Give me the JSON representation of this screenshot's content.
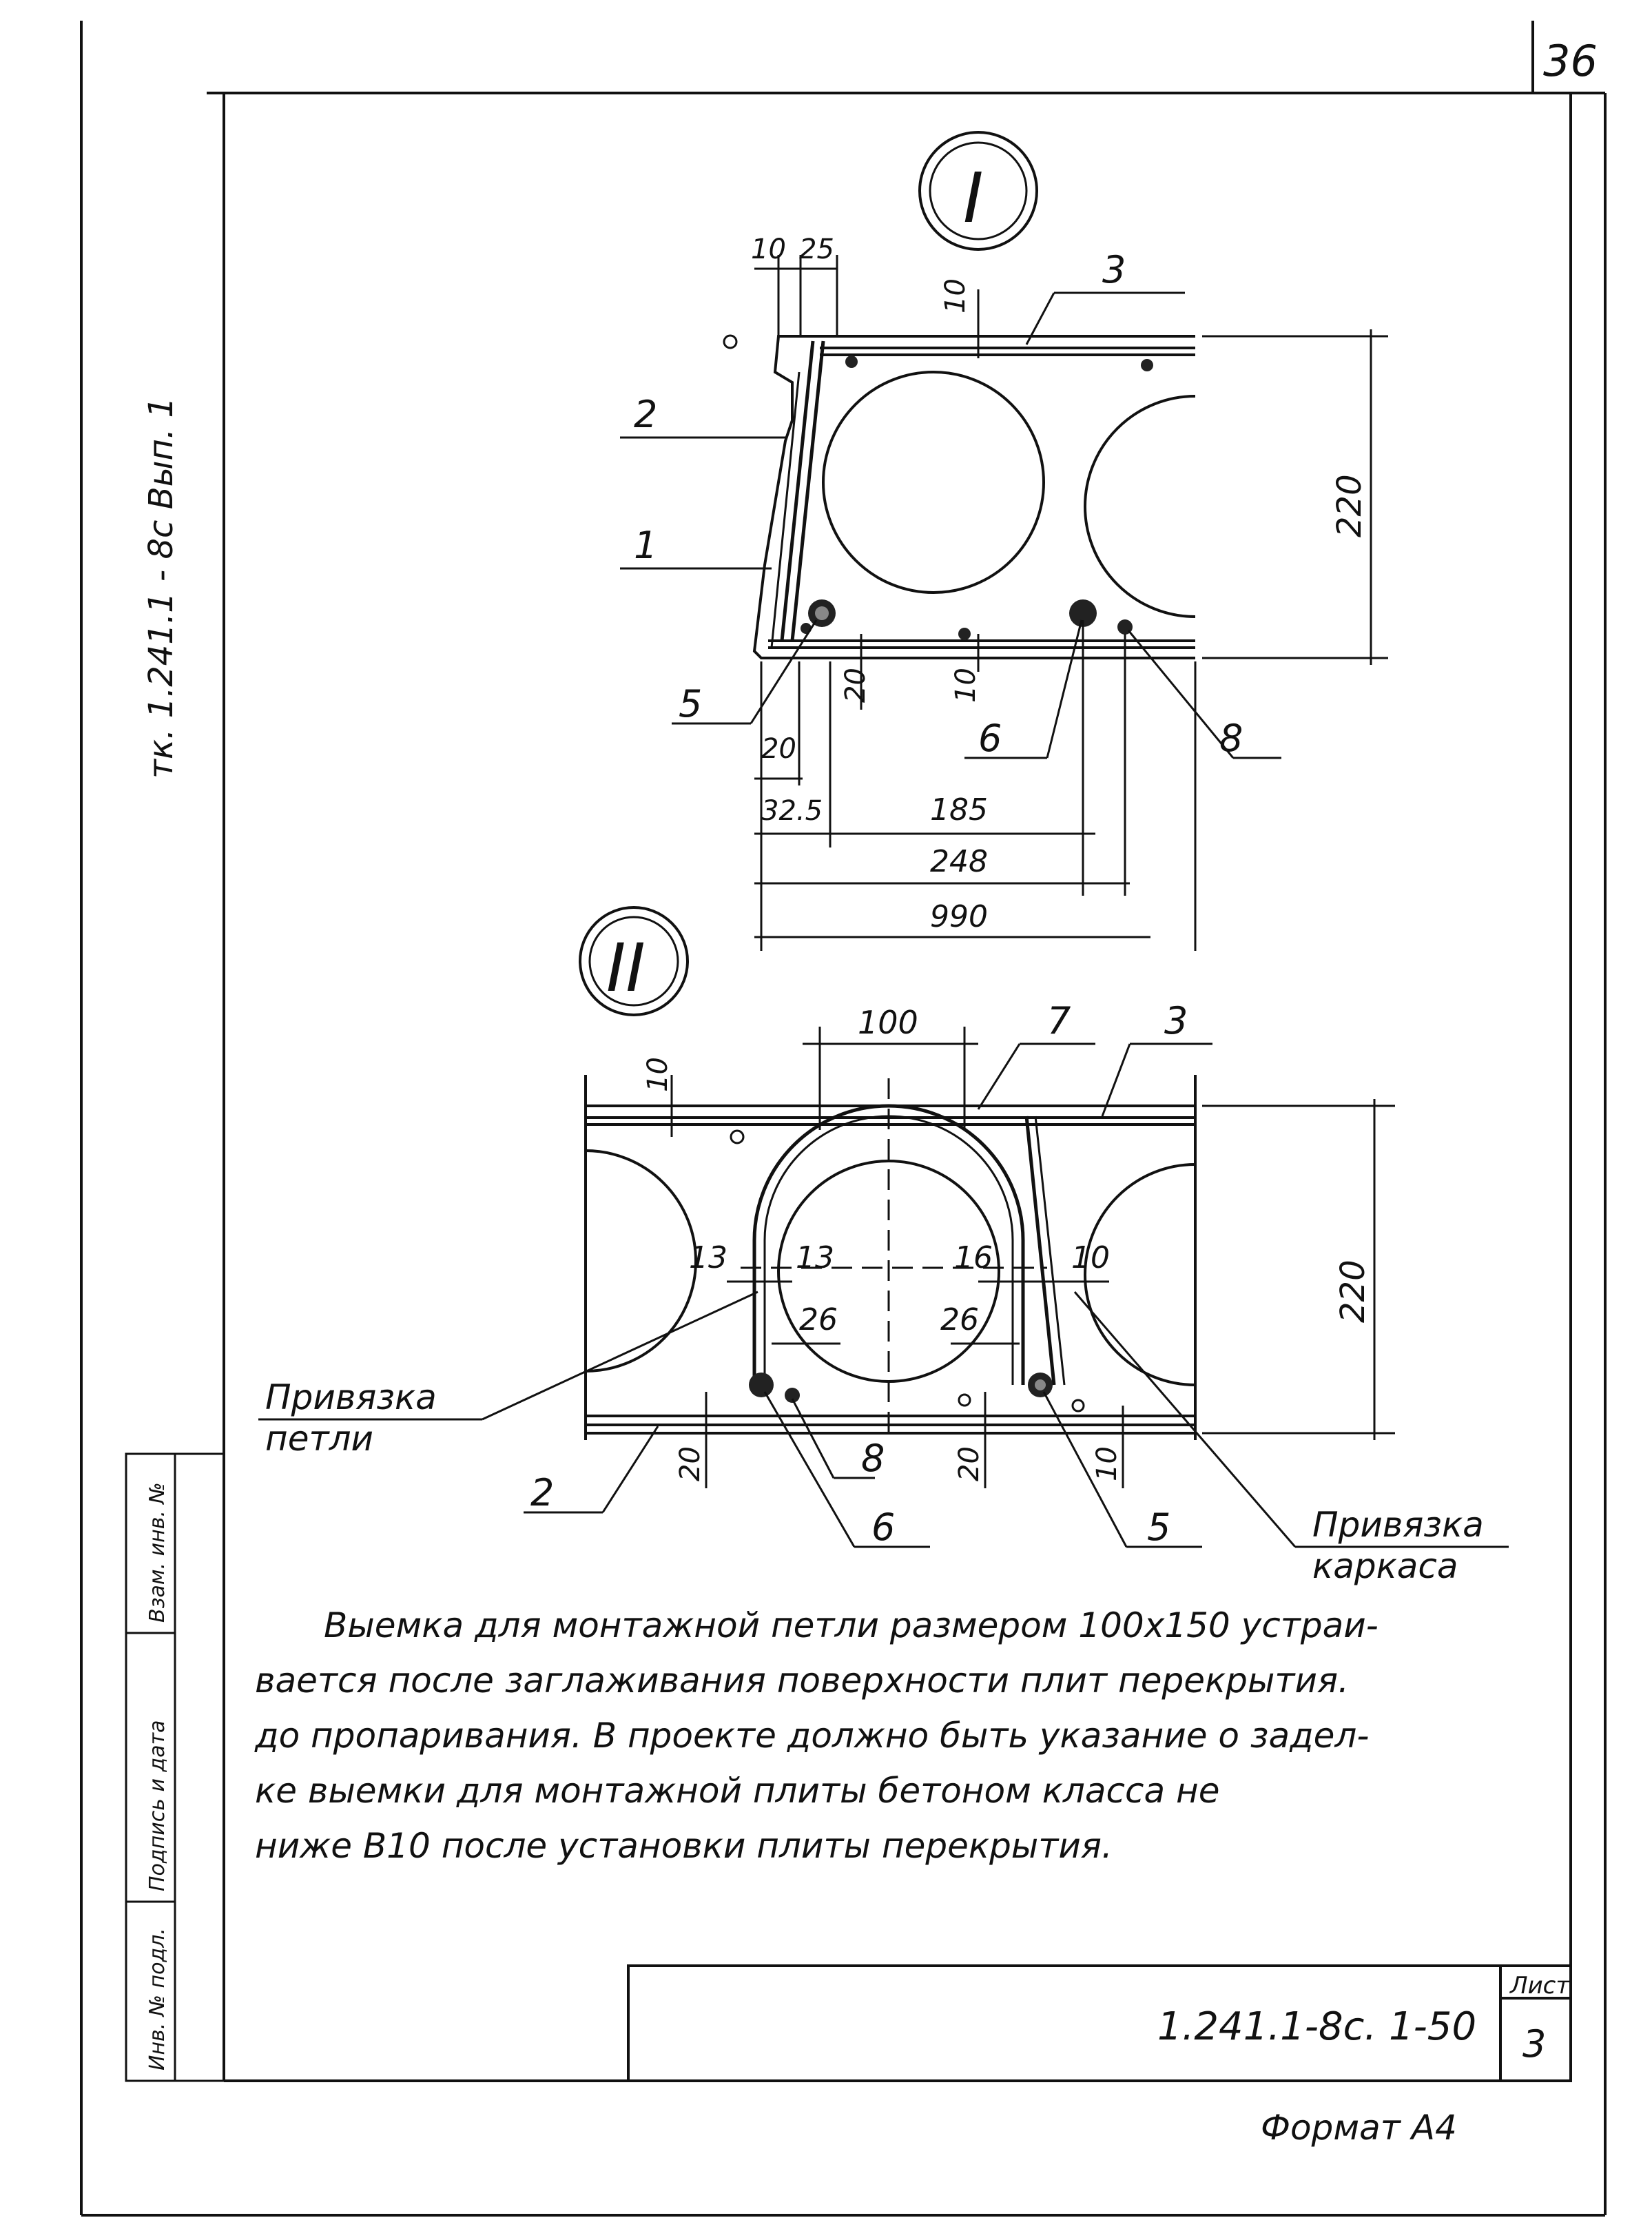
{
  "sheet": {
    "page_number": "36",
    "side_stamp": "тк. 1.241.1 - 8с  Вып. 1",
    "sidebar_labels": [
      "Инв. № подл.",
      "Подпись и дата",
      "Взам. инв. №"
    ],
    "doc_code": "1.241.1-8с. 1-50",
    "sheet_label": "Лист",
    "sheet_number": "3",
    "format": "Формат А4"
  },
  "detail_I": {
    "title": "I",
    "dims": {
      "d10a": "10",
      "d25": "25",
      "d10b": "10",
      "d220": "220",
      "d20v": "20",
      "d10v": "10",
      "d20h": "20",
      "d32_5": "32.5",
      "d185": "185",
      "d248": "248",
      "d990": "990"
    },
    "callouts": {
      "c1": "1",
      "c2": "2",
      "c3": "3",
      "c5": "5",
      "c6": "6",
      "c8": "8"
    }
  },
  "detail_II": {
    "title": "II",
    "dims": {
      "d100": "100",
      "d10": "10",
      "d220": "220",
      "d13a": "13",
      "d13b": "13",
      "d16": "16",
      "d10c": "10",
      "d26a": "26",
      "d26b": "26",
      "d20a": "20",
      "d20b": "20",
      "d10b": "10"
    },
    "callouts": {
      "c2": "2",
      "c3": "3",
      "c5": "5",
      "c6": "6",
      "c7": "7",
      "c8": "8"
    },
    "label_loop": [
      "Привязка",
      "петли"
    ],
    "label_frame": [
      "Привязка",
      "каркаса"
    ]
  },
  "note": {
    "lines": [
      "Выемка  для монтажной петли размером 100х150 устраи-",
      "вается  после  заглаживания  поверхности  плит  перекрытия.",
      "до пропаривания.  В проекте  должно быть  указание о задел-",
      "ке  выемки  для  монтажной  плиты  бетоном  класса  не",
      "ниже  В10  после  установки  плиты  перекрытия."
    ]
  }
}
